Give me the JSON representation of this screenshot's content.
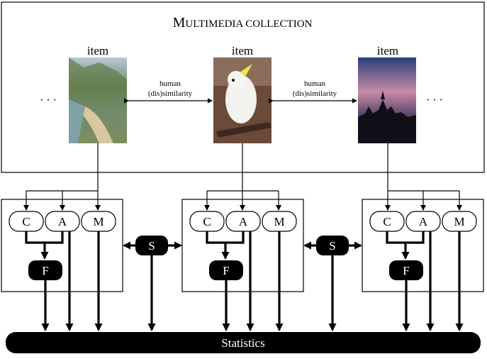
{
  "collection": {
    "title_cap": "M",
    "title_rest": "ULTIMEDIA COLLECTION",
    "ellipsis_left": "· · ·",
    "ellipsis_right": "· · ·"
  },
  "items": [
    {
      "label": "item",
      "image": "coastal-cliff-photo"
    },
    {
      "label": "item",
      "image": "cockatoo-photo"
    },
    {
      "label": "item",
      "image": "castle-sunset-photo"
    }
  ],
  "similarity": [
    {
      "line1": "human",
      "line2": "(dis)similarity"
    },
    {
      "line1": "human",
      "line2": "(dis)similarity"
    }
  ],
  "modules": [
    {
      "c": "C",
      "a": "A",
      "m": "M",
      "f": "F"
    },
    {
      "c": "C",
      "a": "A",
      "m": "M",
      "f": "F"
    },
    {
      "c": "C",
      "a": "A",
      "m": "M",
      "f": "F"
    }
  ],
  "s_nodes": [
    "S",
    "S"
  ],
  "statistics": "Statistics",
  "colors": {
    "line": "#000000",
    "node_fill": "#000000",
    "node_text": "#ffffff",
    "box_fill": "#ffffff"
  }
}
